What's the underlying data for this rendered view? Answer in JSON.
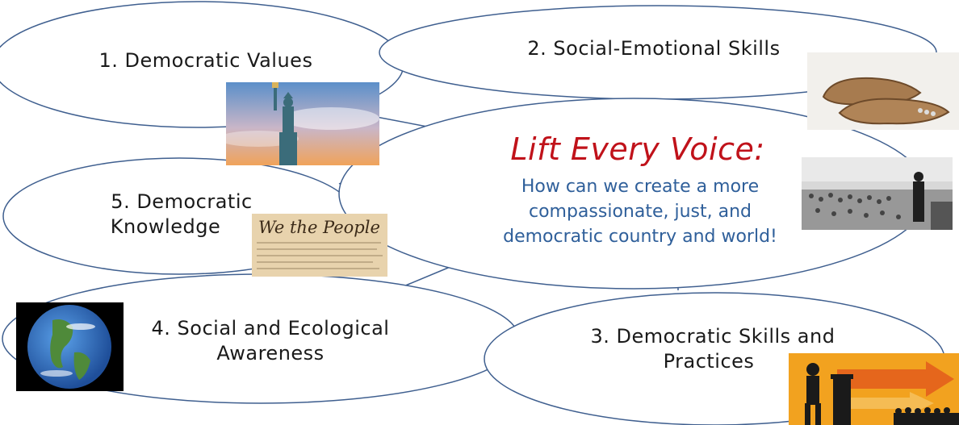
{
  "diagram": {
    "center": {
      "title": "Lift Every Voice:",
      "lines": [
        "How can we create a more",
        "compassionate, just, and",
        "democratic country and world!"
      ]
    },
    "nodes": [
      {
        "id": "values",
        "label": "1. Democratic Values"
      },
      {
        "id": "social_emotional",
        "label": "2. Social-Emotional Skills"
      },
      {
        "id": "skills_practices",
        "label_lines": [
          "3. Democratic Skills and",
          "Practices"
        ]
      },
      {
        "id": "ecological",
        "label_lines": [
          "4. Social and Ecological",
          "Awareness"
        ]
      },
      {
        "id": "knowledge",
        "label_lines": [
          "5. Democratic",
          "Knowledge"
        ]
      }
    ],
    "images": [
      {
        "id": "liberty",
        "icon": "statue-of-liberty-photo"
      },
      {
        "id": "shoes",
        "icon": "moccasins-photo"
      },
      {
        "id": "crowd",
        "icon": "speaker-crowd-photo"
      },
      {
        "id": "constitution",
        "icon": "we-the-people-document-photo",
        "text": "We the People"
      },
      {
        "id": "earth",
        "icon": "earth-globe-photo"
      },
      {
        "id": "podium",
        "icon": "podium-speaker-photo"
      }
    ],
    "colors": {
      "ellipse_stroke": "#3f5f8f",
      "title": "#c0121a",
      "subtitle": "#2f5f9a"
    }
  }
}
